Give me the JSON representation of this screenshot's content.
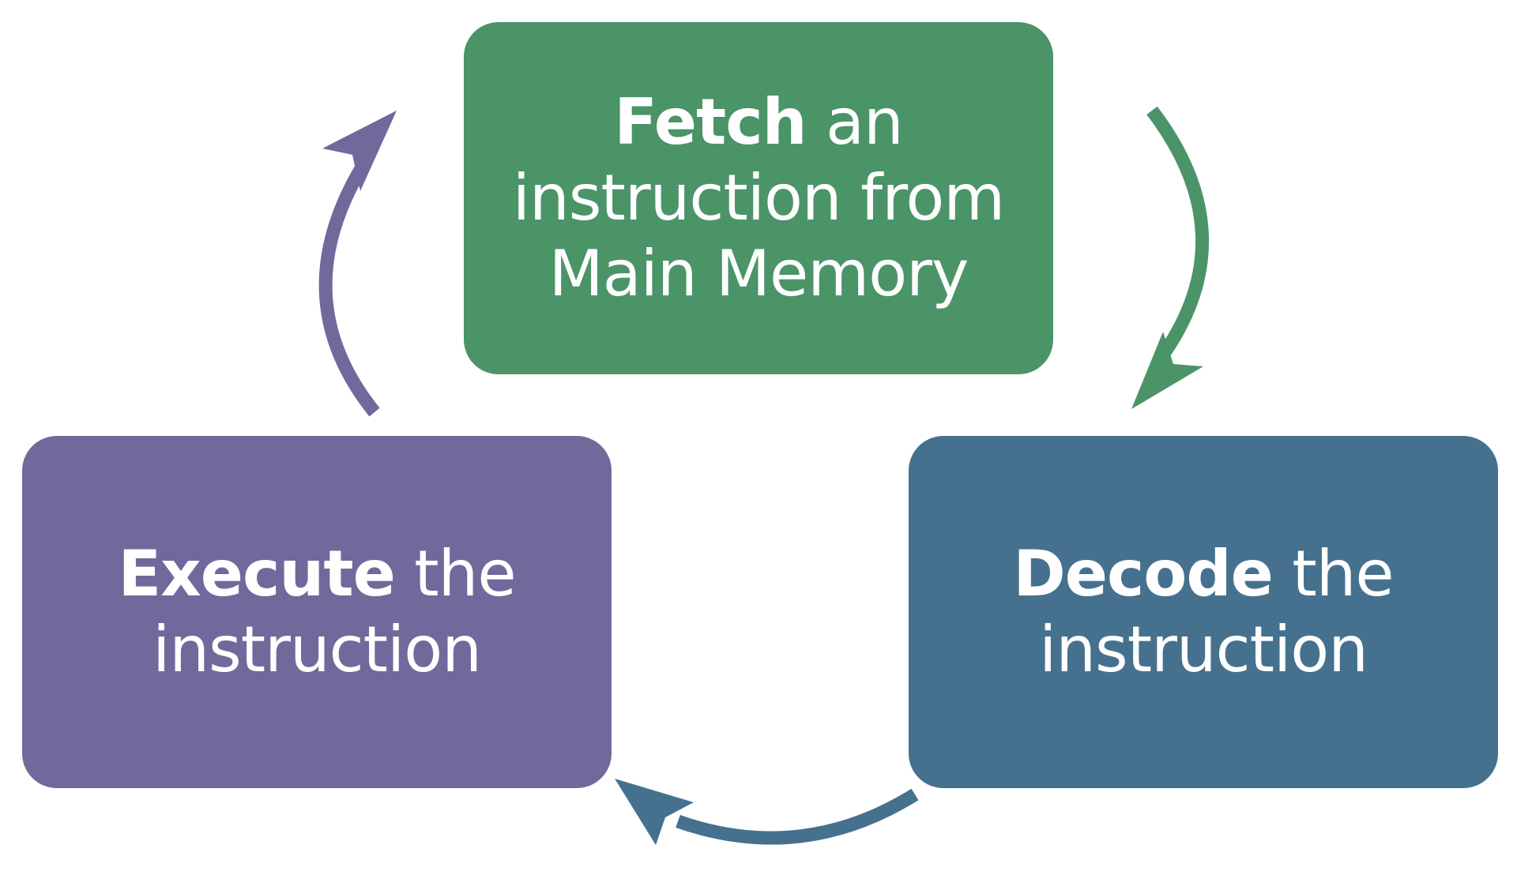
{
  "steps": {
    "fetch": {
      "bold": "Fetch",
      "rest_line1": " an",
      "line2": "instruction from",
      "line3": "Main Memory",
      "color": "#4a9468"
    },
    "decode": {
      "bold": "Decode",
      "rest_line1": " the",
      "line2": "instruction",
      "color": "#45718f"
    },
    "execute": {
      "bold": "Execute",
      "rest_line1": " the",
      "line2": "instruction",
      "color": "#71699c"
    }
  },
  "arrows": {
    "fetch_to_decode_color": "#4a9468",
    "decode_to_execute_color": "#45718f",
    "execute_to_fetch_color": "#71699c"
  }
}
